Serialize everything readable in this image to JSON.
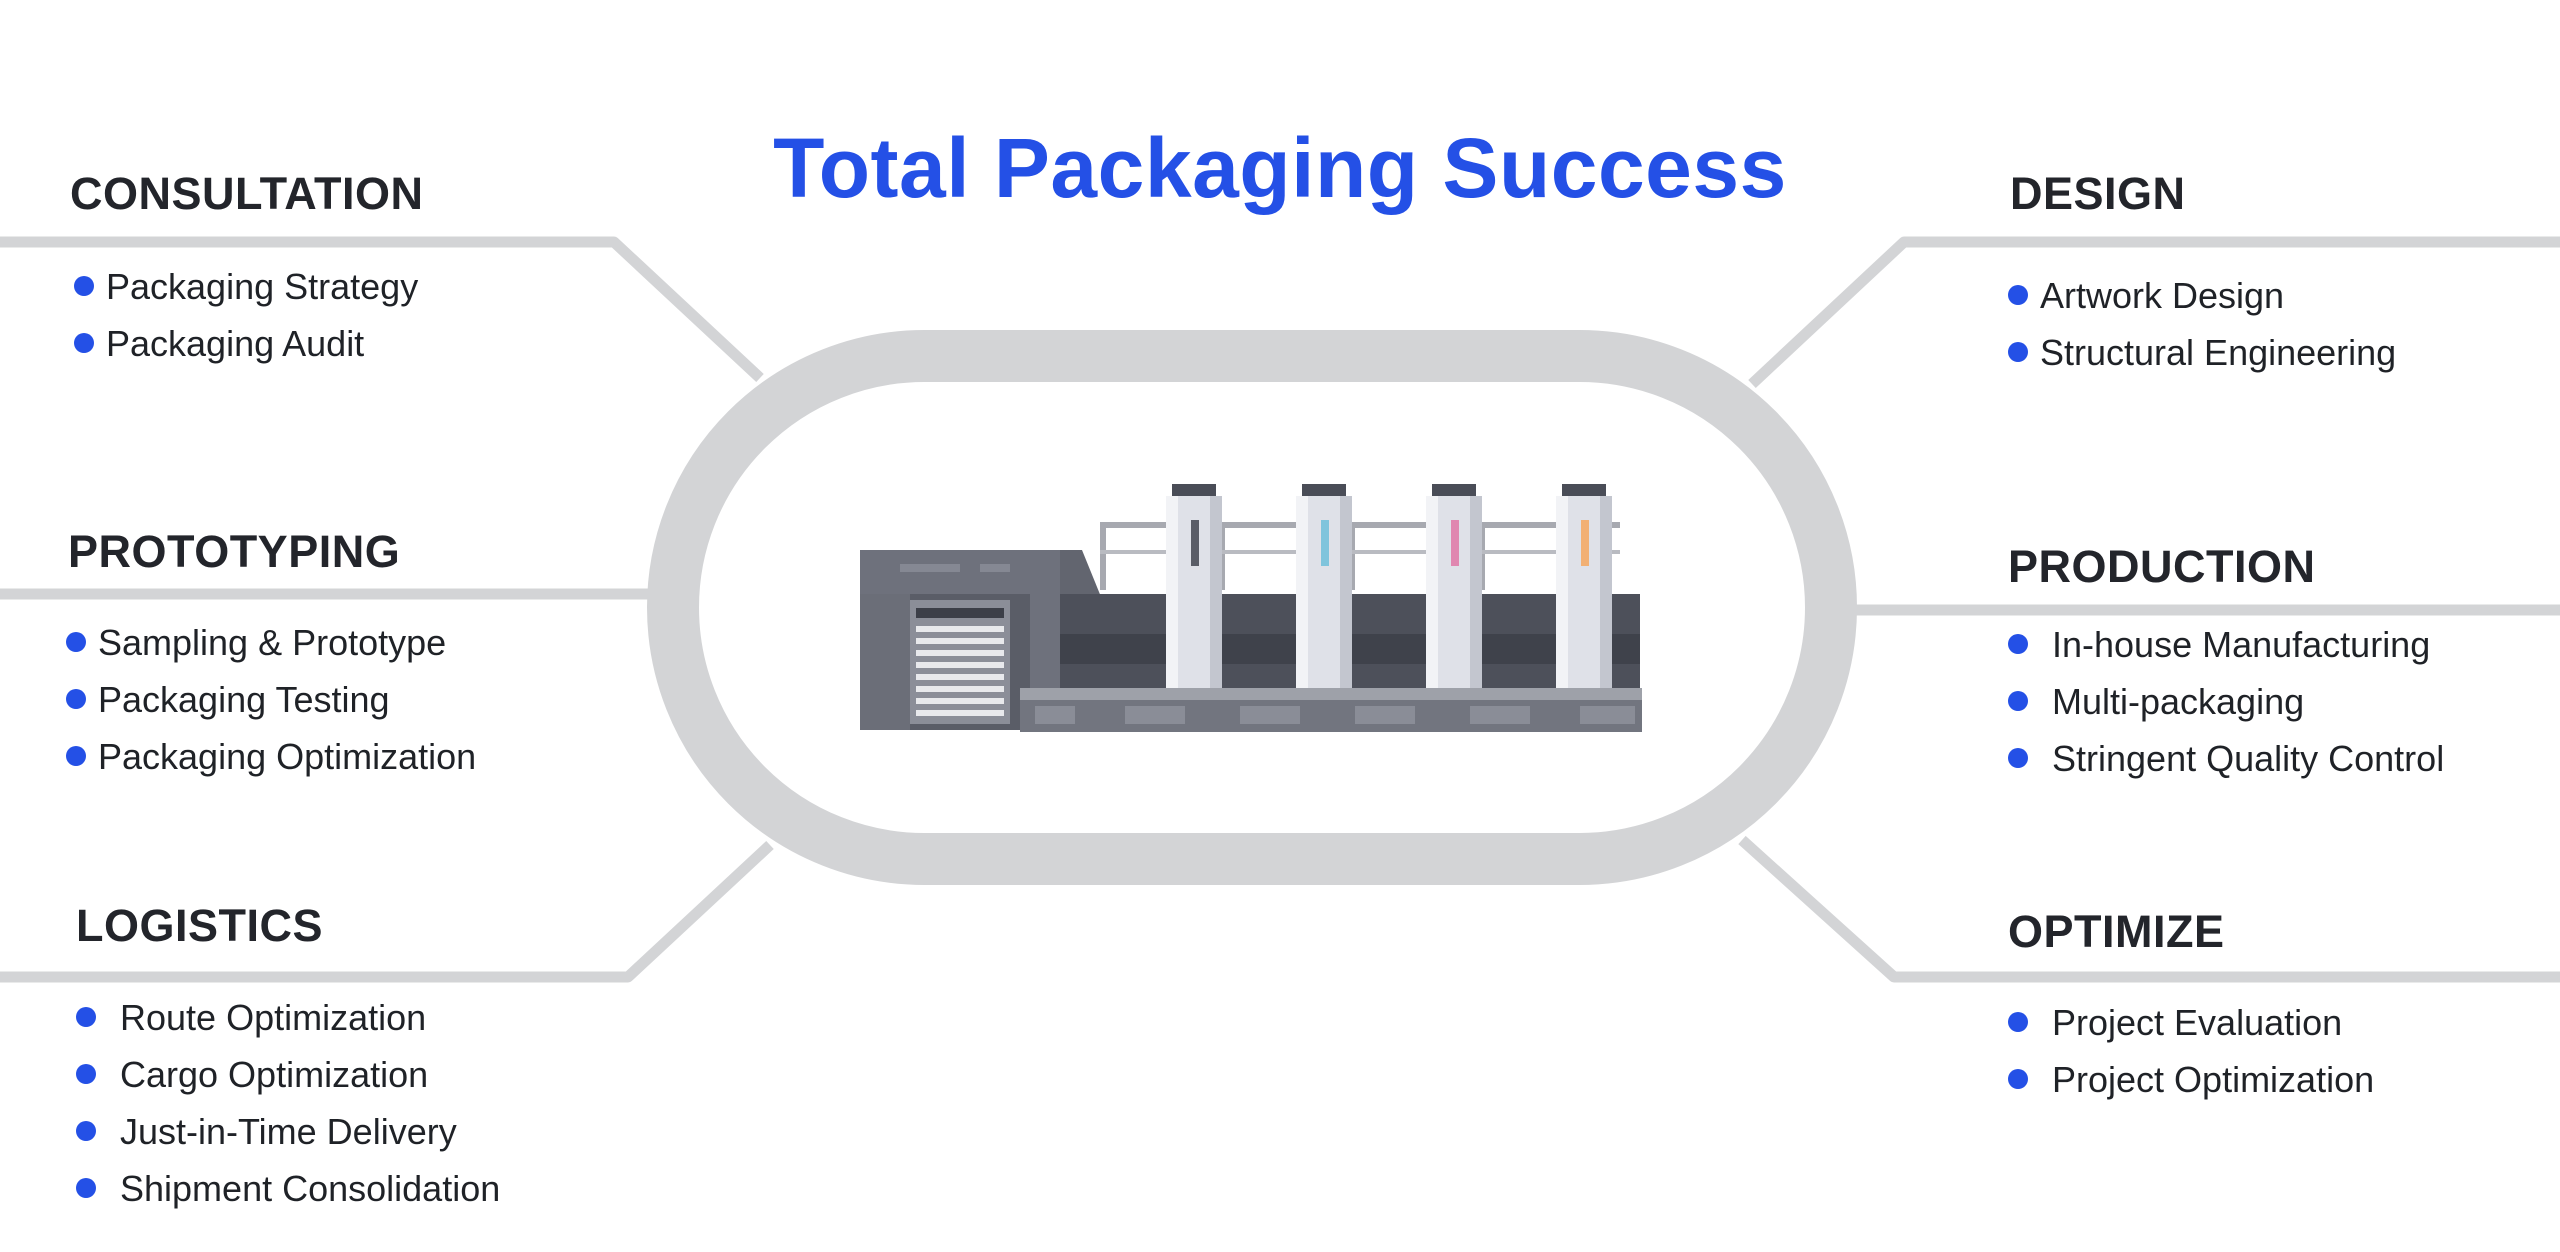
{
  "title": "Total Packaging Success",
  "colors": {
    "accent": "#2450e6",
    "connector": "#d3d4d6",
    "heading": "#23252b"
  },
  "center_image": "printing-press-machine-illustration",
  "sections": {
    "consultation": {
      "title": "CONSULTATION",
      "items": [
        "Packaging Strategy",
        "Packaging Audit"
      ]
    },
    "prototyping": {
      "title": "PROTOTYPING",
      "items": [
        "Sampling & Prototype",
        "Packaging Testing",
        "Packaging Optimization"
      ]
    },
    "logistics": {
      "title": "LOGISTICS",
      "items": [
        "Route Optimization",
        "Cargo Optimization",
        "Just-in-Time Delivery",
        "Shipment Consolidation"
      ]
    },
    "design": {
      "title": "DESIGN",
      "items": [
        "Artwork Design",
        "Structural Engineering"
      ]
    },
    "production": {
      "title": "PRODUCTION",
      "items": [
        "In-house Manufacturing",
        "Multi-packaging",
        "Stringent Quality Control"
      ]
    },
    "optimize": {
      "title": "OPTIMIZE",
      "items": [
        "Project Evaluation",
        "Project Optimization"
      ]
    }
  }
}
